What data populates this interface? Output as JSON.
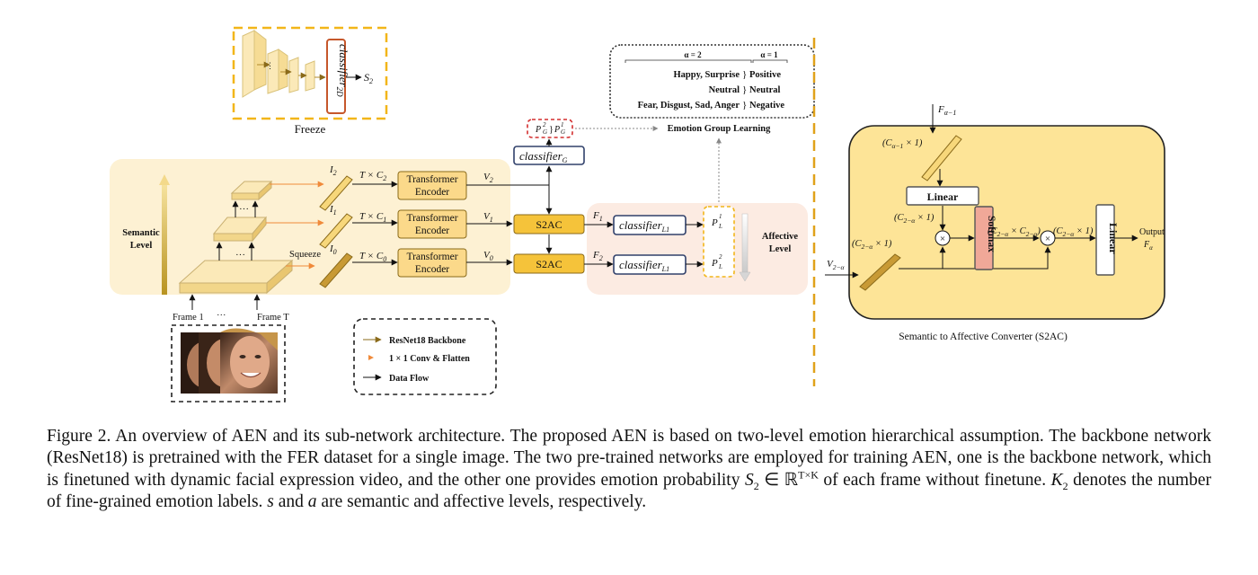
{
  "figure": {
    "freeze": {
      "label": "Freeze",
      "classifier": "classifier",
      "classifier_sub": "2D",
      "output": "S",
      "output_sub": "2"
    },
    "group_box": {
      "alpha2": "α = 2",
      "alpha1": "α = 1",
      "row1_left": "Happy, Surprise",
      "row1_right": "Positive",
      "row2_left": "Neutral",
      "row2_right": "Neutral",
      "row3_left": "Fear, Disgust, Sad, Anger",
      "row3_right": "Negative"
    },
    "egl_label": "Emotion Group Learning",
    "pg_label": "P",
    "classifier_g": "classifier",
    "classifier_g_sub": "G",
    "semantic_level": [
      "Semantic",
      "Level"
    ],
    "affective_level": [
      "Affective",
      "Level"
    ],
    "squeeze": "Squeeze",
    "frame1": "Frame 1",
    "frame_dots": "···",
    "frameT": "Frame T",
    "transformer": [
      "Transformer",
      "Encoder"
    ],
    "tc2": "T × C",
    "s2ac": "S2AC",
    "classifier_l": "classifier",
    "classifier_l_sub": "L1",
    "legend": {
      "item1": "ResNet18 Backbone",
      "item2": "1 × 1 Conv & Flatten",
      "item3": "Data Flow"
    },
    "right": {
      "f_in": "F",
      "f_in_sub": "α−1",
      "c_top": "(C",
      "linear": "Linear",
      "c_mid": "(C",
      "softmax": "Softmax",
      "output": "Output",
      "output_sym": "F",
      "v_in": "V",
      "caption": "Semantic to Affective Converter (S2AC)"
    }
  },
  "caption": {
    "p1": "Figure 2. An overview of AEN and its sub-network architecture. The proposed AEN is based on two-level emotion hierarchical assumption. The backbone network (ResNet18) is pretrained with the FER dataset for a single image. The two pre-trained networks are employed for training AEN, one is the backbone network, which is finetuned with dynamic facial expression video, and the other one provides emotion probability ",
    "s2": "S",
    "s2_sub": "2",
    "in_r": " ∈ ℝ",
    "txk": "T×K",
    "p2": " of each frame without finetune. ",
    "k2": "K",
    "k2_sub": "2",
    "p3": " denotes the number of fine-grained emotion labels. ",
    "s": "s",
    "and": " and ",
    "a": "a",
    "p4": " are semantic and affective levels, respectively."
  }
}
